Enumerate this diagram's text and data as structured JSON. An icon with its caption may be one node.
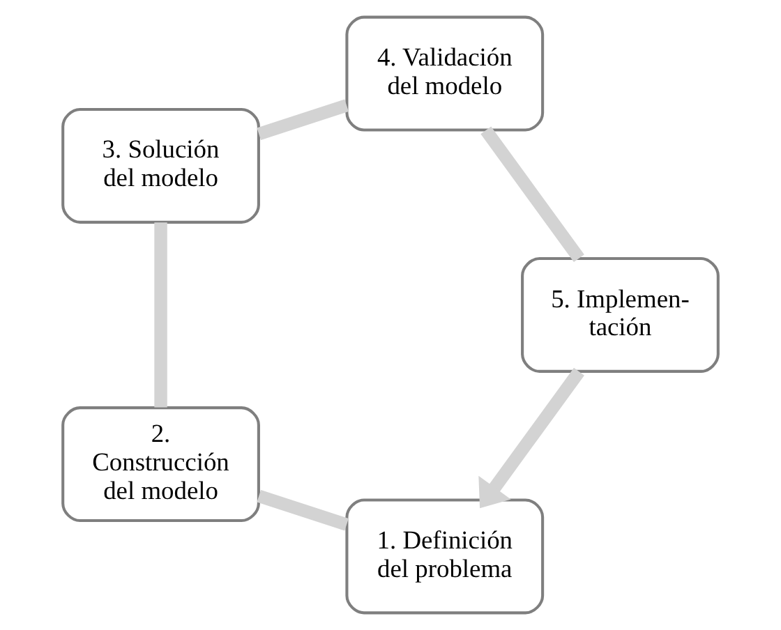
{
  "diagram": {
    "nodes": [
      {
        "text": [
          "1. Definición del problema"
        ]
      },
      {
        "text": [
          "2. Construcción del modelo"
        ]
      },
      {
        "text": [
          "3. Solución del modelo"
        ]
      },
      {
        "text": [
          "4. Validación del modelo"
        ]
      },
      {
        "text": [
          "5. Implemen- tación"
        ]
      }
    ],
    "edges": [
      {
        "from": 0,
        "to": 1,
        "arrow": "none"
      },
      {
        "from": 1,
        "to": 2,
        "arrow": "none"
      },
      {
        "from": 2,
        "to": 3,
        "arrow": "none"
      },
      {
        "from": 3,
        "to": 4,
        "arrow": "none"
      },
      {
        "from": 4,
        "to": 0,
        "arrow": "to"
      }
    ]
  }
}
